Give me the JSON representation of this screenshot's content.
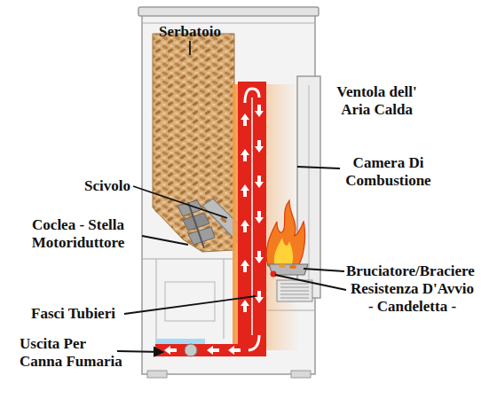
{
  "diagram": {
    "labels": [
      "Serbatoio",
      "Ventola dell' Aria Calda",
      "Camera Di Combustione",
      "Scivolo",
      "Coclea - Stella Motoriduttore",
      "Bruciatore/Braciere",
      "Resistenza D'Avvio - Candeletta -",
      "Fasci Tubieri",
      "Uscita Per Canna Fumaria"
    ]
  }
}
